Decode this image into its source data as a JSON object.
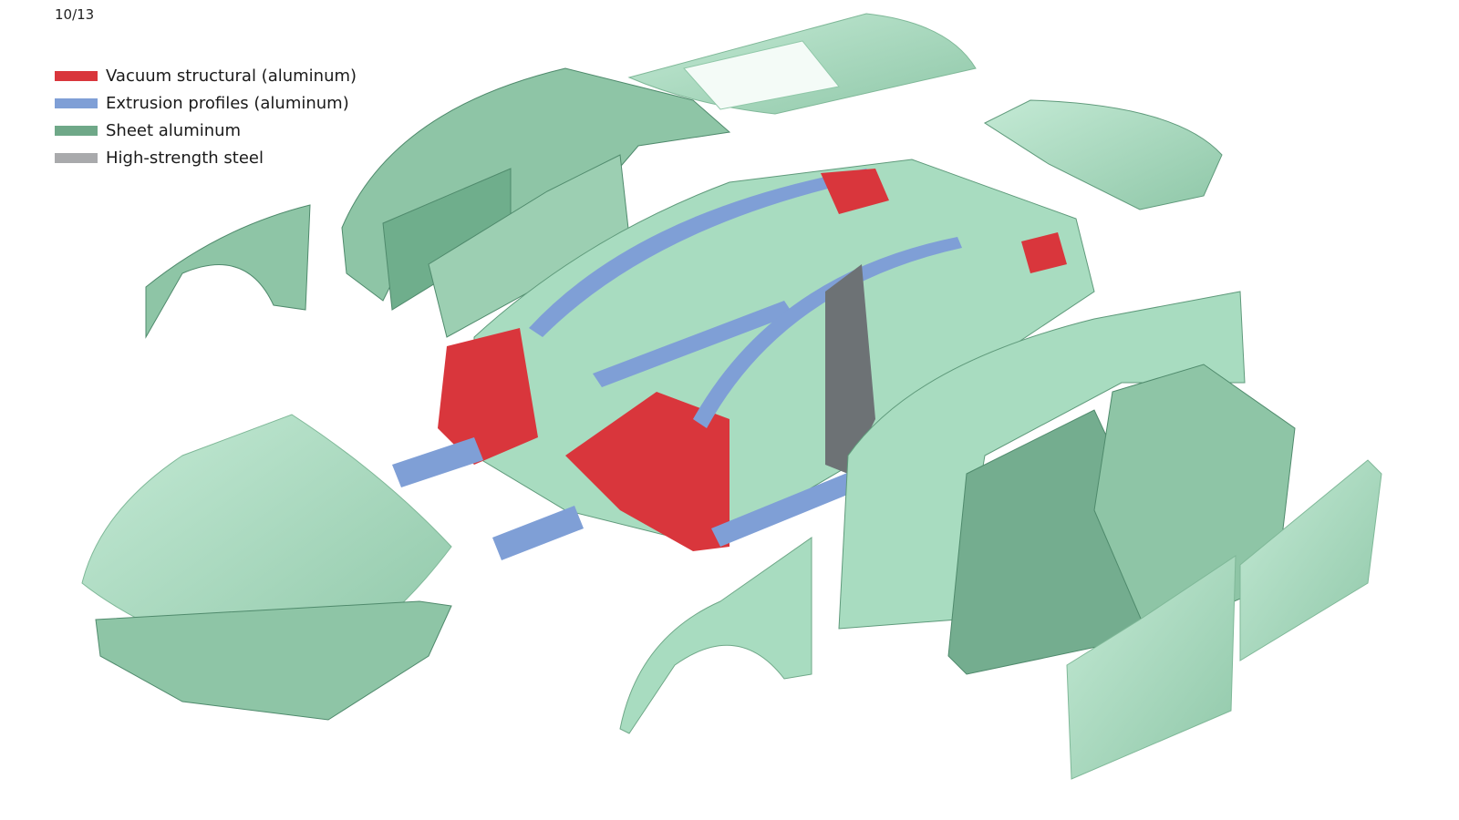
{
  "page_number": "10/13",
  "legend": [
    {
      "label": "Vacuum structural (aluminum)",
      "color": "#d9363c"
    },
    {
      "label": "Extrusion profiles (aluminum)",
      "color": "#7f9fd6"
    },
    {
      "label": "Sheet aluminum",
      "color": "#6fa888"
    },
    {
      "label": "High-strength steel",
      "color": "#a9aaac"
    }
  ],
  "part_colors": {
    "sheet_panel": "#a8dcc0",
    "sheet_panel_dark": "#74ad8f",
    "vacuum": "#d9363c",
    "extrusion": "#7f9fd6",
    "steel": "#6d7275"
  }
}
